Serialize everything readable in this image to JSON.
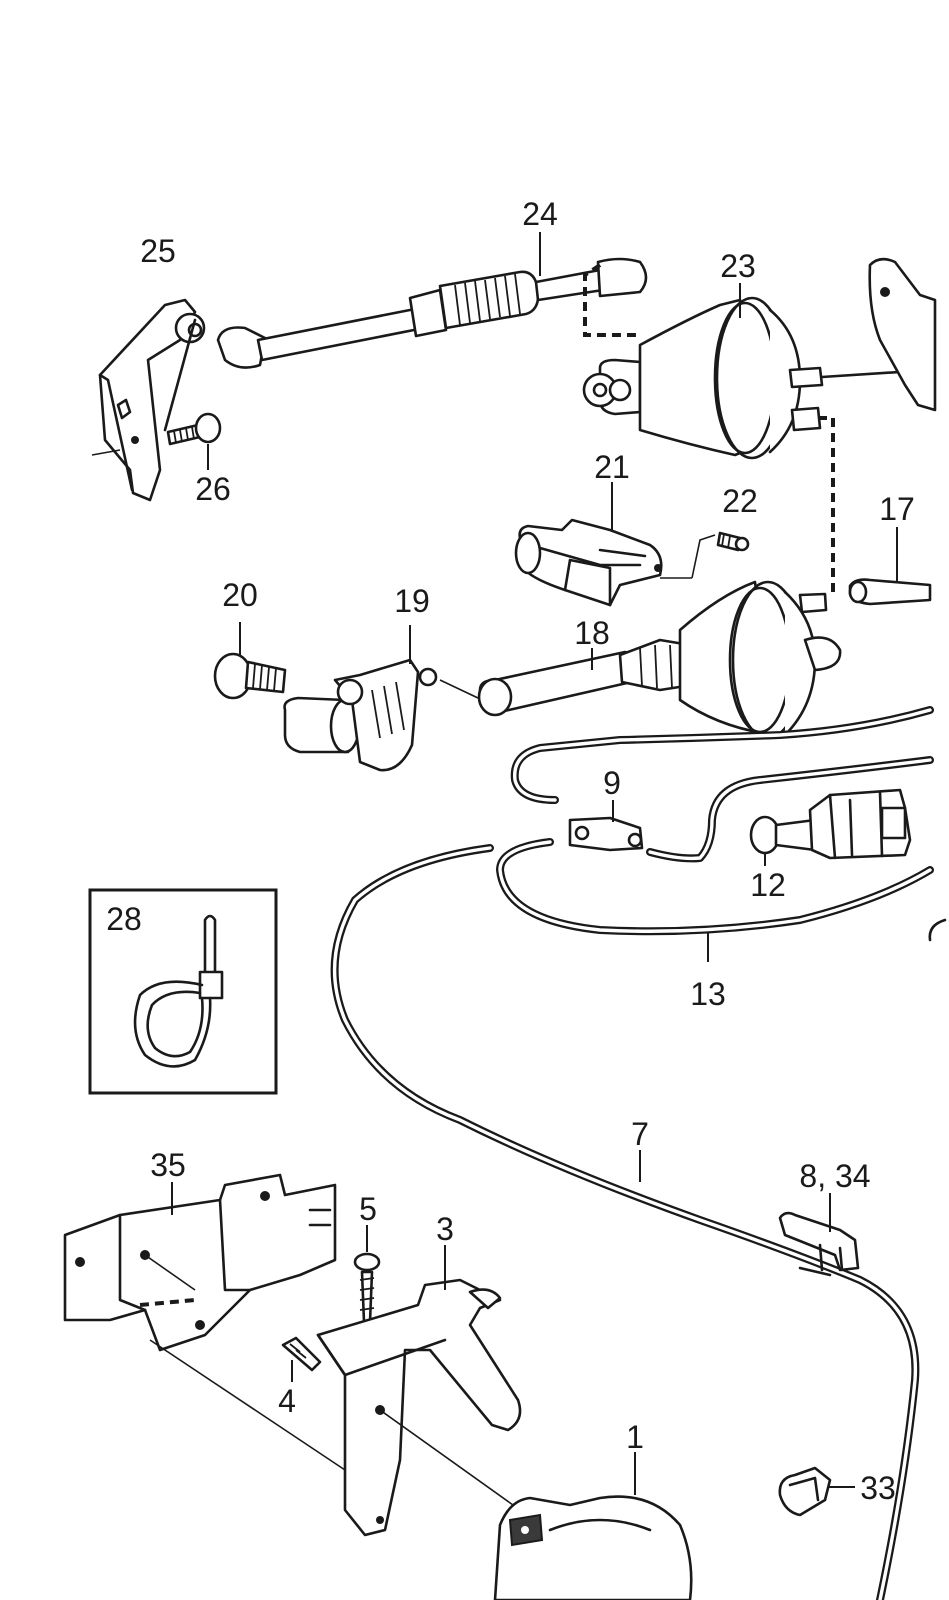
{
  "callouts": {
    "c25": "25",
    "c24": "24",
    "c23": "23",
    "c26": "26",
    "c21": "21",
    "c22": "22",
    "c17": "17",
    "c20": "20",
    "c19": "19",
    "c18": "18",
    "c9": "9",
    "c12": "12",
    "c28": "28",
    "c13": "13",
    "c7": "7",
    "c35": "35",
    "c834": "8, 34",
    "c5": "5",
    "c3": "3",
    "c4": "4",
    "c1": "1",
    "c33": "33"
  }
}
